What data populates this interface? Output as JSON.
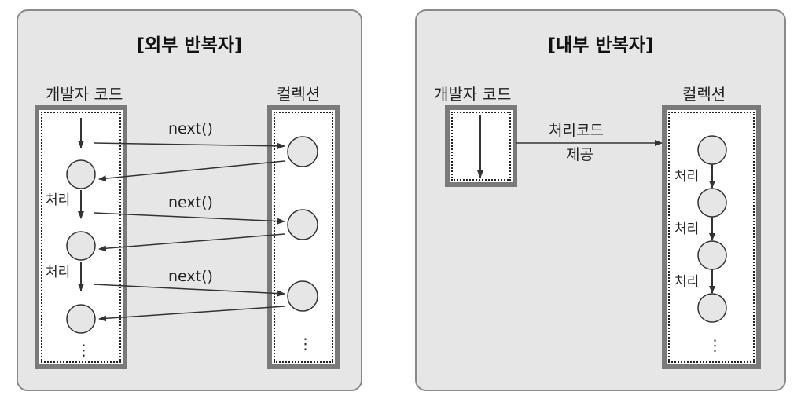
{
  "external": {
    "title": "[외부 반복자]",
    "developer_label": "개발자 코드",
    "collection_label": "컬렉션",
    "next_label": "next()",
    "process_label": "처리",
    "ellipsis": "⋮"
  },
  "internal": {
    "title": "[내부 반복자]",
    "developer_label": "개발자 코드",
    "collection_label": "컬렉션",
    "provide_line1": "처리코드",
    "provide_line2": "제공",
    "process_label": "처리",
    "ellipsis": "⋮"
  },
  "colors": {
    "panel": "#e6e6e6",
    "panel_border": "#8a8a8a",
    "box_border": "#7a7a7a",
    "line": "#333333"
  }
}
